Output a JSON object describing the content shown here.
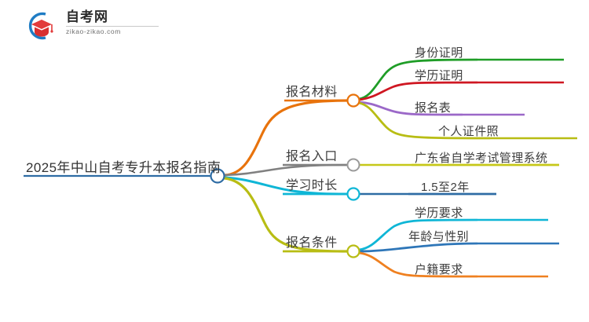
{
  "logo": {
    "icon": "graduation-cap-icon",
    "title": "自考网",
    "domain": "zikao-zikao.com"
  },
  "mindmap": {
    "root": {
      "label": "2025年中山自考专升本报名指南",
      "color": "#2e6ca4"
    },
    "branches": [
      {
        "label": "报名材料",
        "color": "#e8730c",
        "children": [
          {
            "label": "身份证明",
            "color": "#1f9d27"
          },
          {
            "label": "学历证明",
            "color": "#cf1722"
          },
          {
            "label": "报名表",
            "color": "#9b68c8"
          },
          {
            "label": "个人证件照",
            "color": "#b8bd14"
          }
        ]
      },
      {
        "label": "报名入口",
        "color": "#808080",
        "children": [
          {
            "label": "广东省自学考试管理系统",
            "color": "#c6c819"
          }
        ]
      },
      {
        "label": "学习时长",
        "color": "#0fb6d6",
        "children": [
          {
            "label": "1.5至2年",
            "color": "#2e6ca4"
          }
        ]
      },
      {
        "label": "报名条件",
        "color": "#b8bd14",
        "children": [
          {
            "label": "学历要求",
            "color": "#0fb6d6"
          },
          {
            "label": "年龄与性别",
            "color": "#2e76b8"
          },
          {
            "label": "户籍要求",
            "color": "#ef8020"
          }
        ]
      }
    ]
  }
}
